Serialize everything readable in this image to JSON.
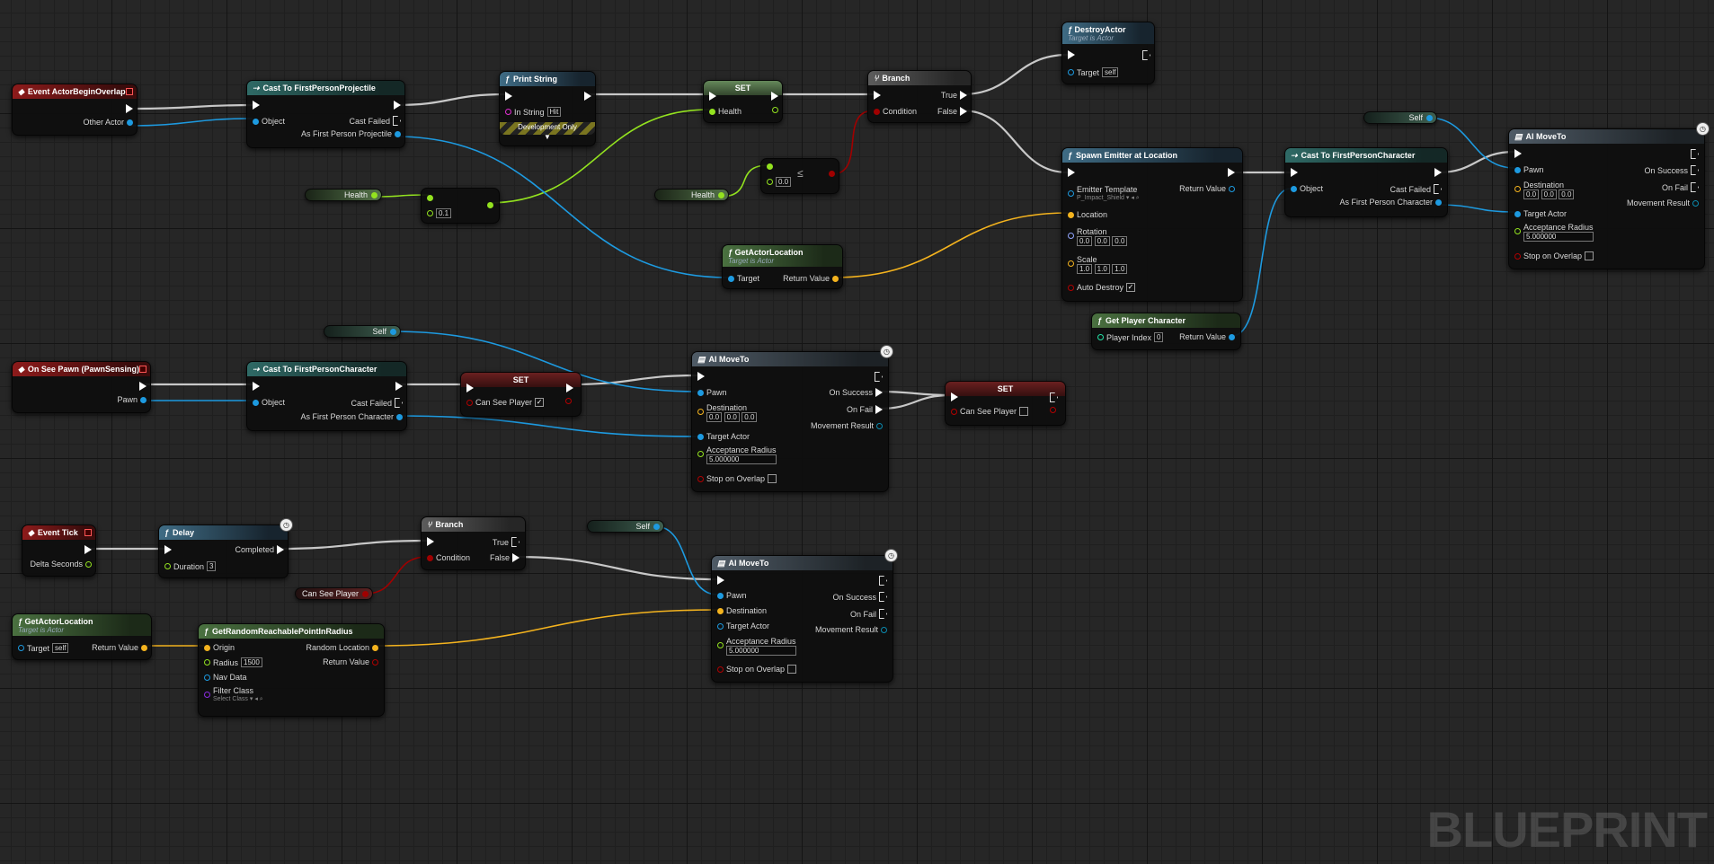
{
  "watermark": "BLUEPRINT",
  "nodes": {
    "overlap": {
      "title": "Event ActorBeginOverlap",
      "other_actor": "Other Actor"
    },
    "cast_proj": {
      "title": "Cast To FirstPersonProjectile",
      "object": "Object",
      "cast_failed": "Cast Failed",
      "as": "As First Person Projectile"
    },
    "print": {
      "title": "Print String",
      "in_string": "In String",
      "in_string_value": "Hit",
      "dev_only": "Development Only"
    },
    "set_health": {
      "title": "SET",
      "health": "Health"
    },
    "health_var_1": {
      "label": "Health"
    },
    "minus": {
      "value": "0.1"
    },
    "health_var_2": {
      "label": "Health"
    },
    "lte": {
      "value": "0.0"
    },
    "branch1": {
      "title": "Branch",
      "true": "True",
      "false": "False",
      "condition": "Condition"
    },
    "destroy": {
      "title": "DestroyActor",
      "subtitle": "Target is Actor",
      "target": "Target",
      "target_value": "self"
    },
    "get_loc1": {
      "title": "GetActorLocation",
      "subtitle": "Target is Actor",
      "target": "Target",
      "return": "Return Value"
    },
    "spawn": {
      "title": "Spawn Emitter at Location",
      "template": "Emitter Template",
      "template_value": "P_Impact_Shield",
      "return": "Return Value",
      "location": "Location",
      "rotation": "Rotation",
      "rot": [
        "0.0",
        "0.0",
        "0.0"
      ],
      "scale": "Scale",
      "scl": [
        "1.0",
        "1.0",
        "1.0"
      ],
      "auto_destroy": "Auto Destroy"
    },
    "cast_fpc1": {
      "title": "Cast To FirstPersonCharacter",
      "object": "Object",
      "cast_failed": "Cast Failed",
      "as": "As First Person Character"
    },
    "self1": {
      "label": "Self"
    },
    "aimove1": {
      "title": "AI MoveTo",
      "pawn": "Pawn",
      "destination": "Destination",
      "dest": [
        "0.0",
        "0.0",
        "0.0"
      ],
      "on_success": "On Success",
      "on_fail": "On Fail",
      "movement_result": "Movement Result",
      "target_actor": "Target Actor",
      "acceptance": "Acceptance Radius",
      "acceptance_value": "5.000000",
      "stop": "Stop on Overlap"
    },
    "get_player": {
      "title": "Get Player Character",
      "player_index": "Player Index",
      "player_index_value": "0",
      "return": "Return Value"
    },
    "self2": {
      "label": "Self"
    },
    "seepawn": {
      "title": "On See Pawn (PawnSensing)",
      "pawn": "Pawn"
    },
    "cast_fpc2": {
      "title": "Cast To FirstPersonCharacter",
      "object": "Object",
      "cast_failed": "Cast Failed",
      "as": "As First Person Character"
    },
    "set_see1": {
      "title": "SET",
      "label": "Can See Player"
    },
    "aimove2": {
      "title": "AI MoveTo",
      "pawn": "Pawn",
      "destination": "Destination",
      "dest": [
        "0.0",
        "0.0",
        "0.0"
      ],
      "on_success": "On Success",
      "on_fail": "On Fail",
      "movement_result": "Movement Result",
      "target_actor": "Target Actor",
      "acceptance": "Acceptance Radius",
      "acceptance_value": "5.000000",
      "stop": "Stop on Overlap"
    },
    "set_see2": {
      "title": "SET",
      "label": "Can See Player"
    },
    "tick": {
      "title": "Event Tick",
      "delta": "Delta Seconds"
    },
    "delay": {
      "title": "Delay",
      "completed": "Completed",
      "duration": "Duration",
      "duration_value": "3"
    },
    "branch2": {
      "title": "Branch",
      "true": "True",
      "false": "False",
      "condition": "Condition"
    },
    "cansee_var": {
      "label": "Can See Player"
    },
    "self3": {
      "label": "Self"
    },
    "aimove3": {
      "title": "AI MoveTo",
      "pawn": "Pawn",
      "destination": "Destination",
      "on_success": "On Success",
      "on_fail": "On Fail",
      "target_actor": "Target Actor",
      "movement_result": "Movement Result",
      "acceptance": "Acceptance Radius",
      "acceptance_value": "5.000000",
      "stop": "Stop on Overlap"
    },
    "get_loc2": {
      "title": "GetActorLocation",
      "subtitle": "Target is Actor",
      "target": "Target",
      "target_value": "self",
      "return": "Return Value"
    },
    "random_pt": {
      "title": "GetRandomReachablePointInRadius",
      "origin": "Origin",
      "random_loc": "Random Location",
      "radius": "Radius",
      "radius_value": "1500",
      "return": "Return Value",
      "nav": "Nav Data",
      "filter": "Filter Class",
      "filter_value": "Select Class"
    }
  },
  "colors": {
    "exec": "#ffffff",
    "object": "#1d9ae0",
    "float": "#93e21f",
    "vector": "#f4b31e",
    "bool": "#a00000",
    "string": "#ff00d0",
    "int": "#23e1a5",
    "class": "#6e1fb3"
  }
}
